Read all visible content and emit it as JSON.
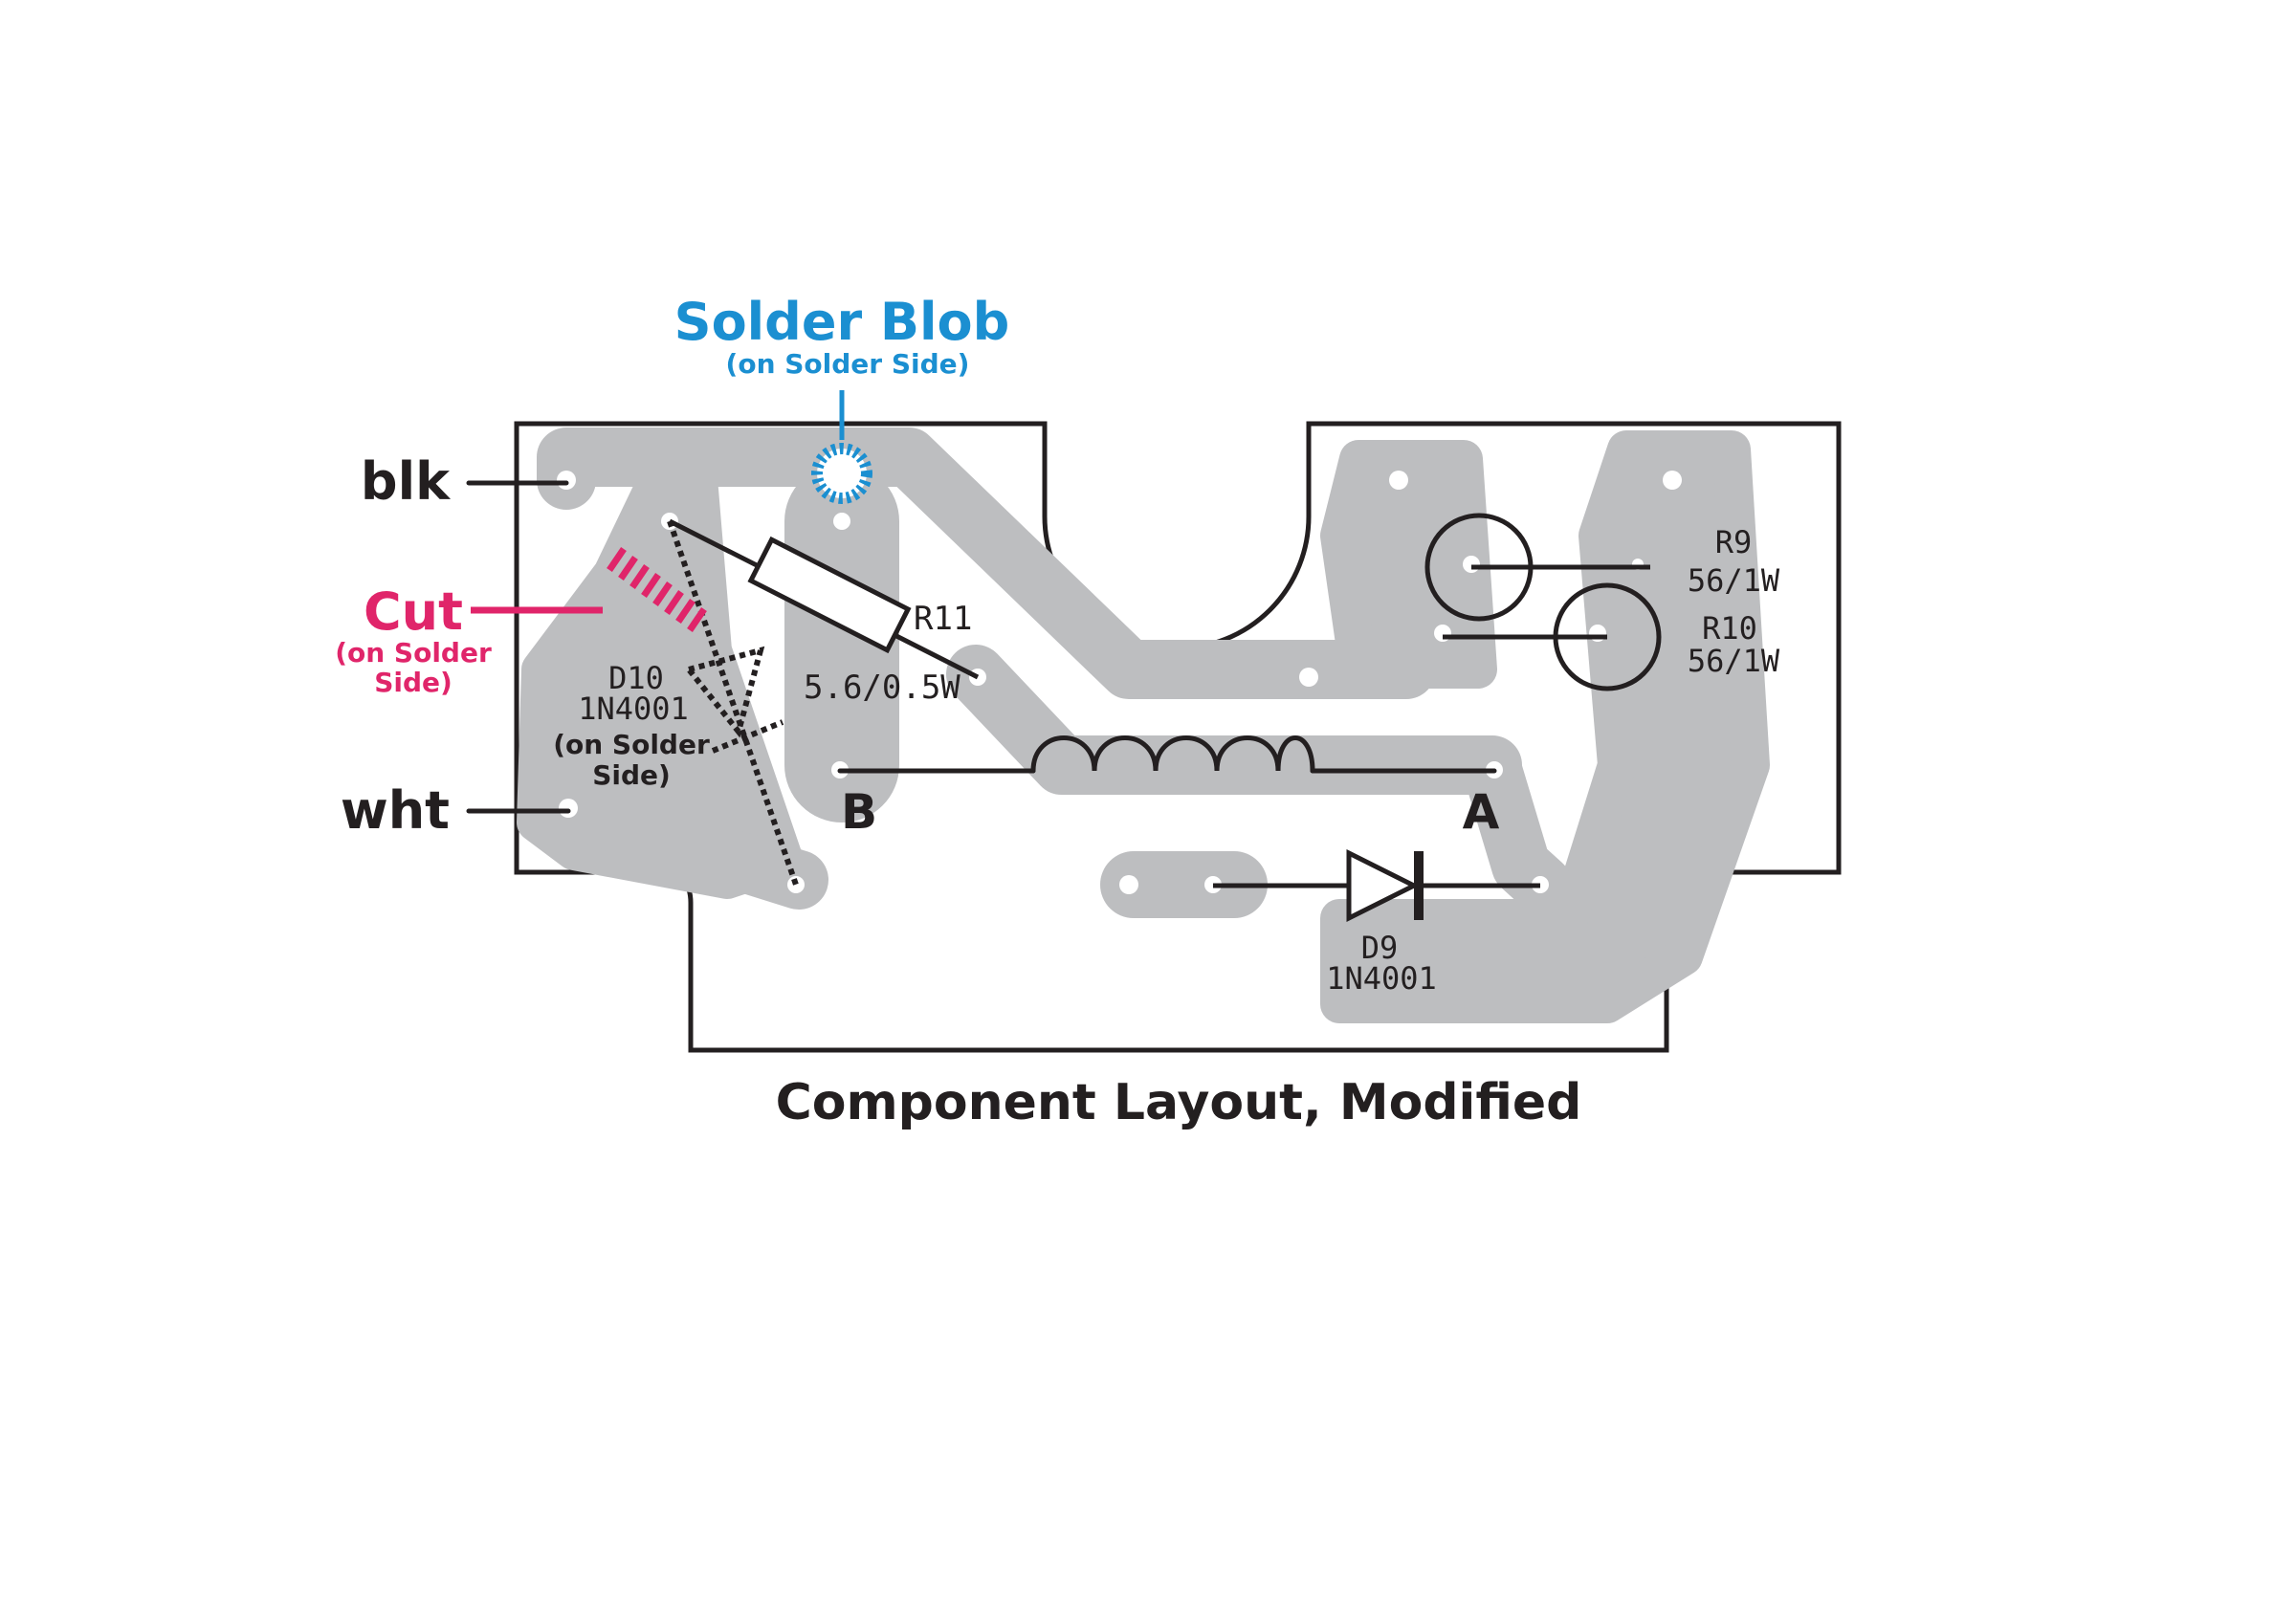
{
  "title": "Component Layout, Modified",
  "colors": {
    "trace": "#bdbec0",
    "ink": "#231f20",
    "solder_blob": "#1b8fd1",
    "cut": "#e0256a",
    "background": "#ffffff"
  },
  "wire_labels": {
    "black": "blk",
    "white": "wht"
  },
  "annotations": {
    "solder_blob": {
      "label": "Solder Blob",
      "note": "(on Solder Side)"
    },
    "cut": {
      "label": "Cut",
      "note_line1": "(on Solder",
      "note_line2": "Side)"
    }
  },
  "components": {
    "r11": {
      "ref": "R11",
      "value": "5.6/0.5W"
    },
    "d10": {
      "ref": "D10",
      "part": "1N4001",
      "note_line1": "(on Solder",
      "note_line2": "Side)"
    },
    "r9": {
      "ref": "R9",
      "value": "56/1W"
    },
    "r10": {
      "ref": "R10",
      "value": "56/1W"
    },
    "d9": {
      "ref": "D9",
      "part": "1N4001"
    },
    "inductor": {
      "end_b": "B",
      "end_a": "A"
    }
  }
}
